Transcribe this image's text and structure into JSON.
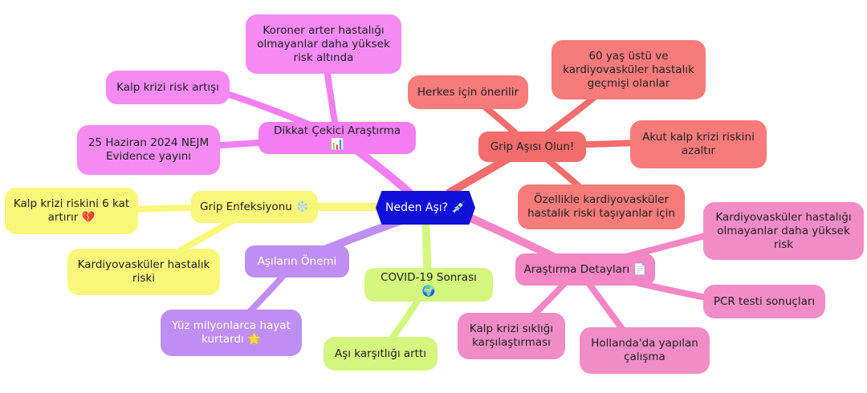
{
  "center": {
    "label": "Neden Aşı? 💉"
  },
  "branches": {
    "grip_asisi": {
      "hub": "Grip Aşısı Olun!",
      "leaves": [
        "Herkes için önerilir",
        "60 yaş üstü ve kardiyovasküler hastalık geçmişi olanlar",
        "Akut kalp krizi riskini azaltır",
        "Özellikle kardiyovasküler hastalık riski taşıyanlar için"
      ]
    },
    "arastirma_detaylari": {
      "hub": "Araştırma Detayları 📄",
      "leaves": [
        "Kardiyovasküler hastalığı olmayanlar daha yüksek risk",
        "PCR testi sonuçları",
        "Hollanda'da yapılan çalışma",
        "Kalp krizi sıklığı karşılaştırması"
      ]
    },
    "dikkat_cekici": {
      "hub": "Dikkat Çekici Araştırma 📊",
      "leaves": [
        "Koroner arter hastalığı olmayanlar daha yüksek risk altında",
        "Kalp krizi risk artışı",
        "25 Haziran 2024 NEJM Evidence yayını"
      ]
    },
    "grip_enfeksiyonu": {
      "hub": "Grip Enfeksiyonu ❄️",
      "leaves": [
        "Kalp krizi riskini 6 kat artırır 💔",
        "Kardiyovasküler hastalık riski"
      ]
    },
    "asilarin_onemi": {
      "hub": "Aşıların Önemi",
      "leaves": [
        "Yüz milyonlarca hayat kurtardı 🌟"
      ]
    },
    "covid": {
      "hub": "COVID-19 Sonrası 🌍",
      "leaves": [
        "Aşı karşıtlığı arttı"
      ]
    }
  },
  "colors": {
    "center": "#1010d8",
    "red": "#f77b7b",
    "pink": "#f28cc6",
    "magenta": "#f58af5",
    "yellow": "#f8f779",
    "purple": "#bf8ef2",
    "lime": "#d4f67e"
  }
}
